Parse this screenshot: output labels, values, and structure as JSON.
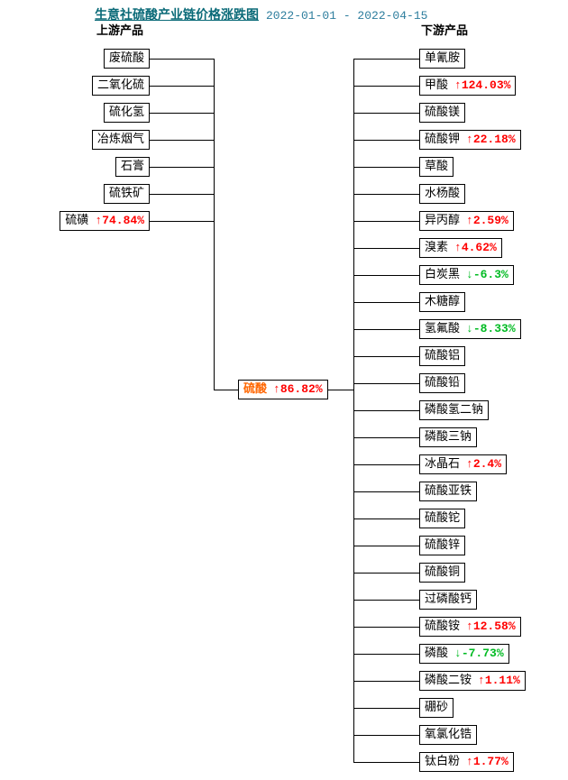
{
  "title": {
    "text": "生意社硫酸产业链价格涨跌图",
    "date_range": "2022-01-01 - 2022-04-15"
  },
  "column_labels": {
    "upstream": "上游产品",
    "downstream": "下游产品"
  },
  "center_node": {
    "name": "硫酸",
    "change": "↑86.82%",
    "direction": "up"
  },
  "upstream_nodes": [
    {
      "name": "废硫酸",
      "change": "",
      "direction": "none"
    },
    {
      "name": "二氧化硫",
      "change": "",
      "direction": "none"
    },
    {
      "name": "硫化氢",
      "change": "",
      "direction": "none"
    },
    {
      "name": "冶炼烟气",
      "change": "",
      "direction": "none"
    },
    {
      "name": "石膏",
      "change": "",
      "direction": "none"
    },
    {
      "name": "硫铁矿",
      "change": "",
      "direction": "none"
    },
    {
      "name": "硫磺",
      "change": "↑74.84%",
      "direction": "up"
    }
  ],
  "downstream_nodes": [
    {
      "name": "单氰胺",
      "change": "",
      "direction": "none"
    },
    {
      "name": "甲酸",
      "change": "↑124.03%",
      "direction": "up"
    },
    {
      "name": "硫酸镁",
      "change": "",
      "direction": "none"
    },
    {
      "name": "硫酸钾",
      "change": "↑22.18%",
      "direction": "up"
    },
    {
      "name": "草酸",
      "change": "",
      "direction": "none"
    },
    {
      "name": "水杨酸",
      "change": "",
      "direction": "none"
    },
    {
      "name": "异丙醇",
      "change": "↑2.59%",
      "direction": "up"
    },
    {
      "name": "溴素",
      "change": "↑4.62%",
      "direction": "up"
    },
    {
      "name": "白炭黑",
      "change": "↓-6.3%",
      "direction": "down"
    },
    {
      "name": "木糖醇",
      "change": "",
      "direction": "none"
    },
    {
      "name": "氢氟酸",
      "change": "↓-8.33%",
      "direction": "down"
    },
    {
      "name": "硫酸铝",
      "change": "",
      "direction": "none"
    },
    {
      "name": "硫酸铅",
      "change": "",
      "direction": "none"
    },
    {
      "name": "磷酸氢二钠",
      "change": "",
      "direction": "none"
    },
    {
      "name": "磷酸三钠",
      "change": "",
      "direction": "none"
    },
    {
      "name": "冰晶石",
      "change": "↑2.4%",
      "direction": "up"
    },
    {
      "name": "硫酸亚铁",
      "change": "",
      "direction": "none"
    },
    {
      "name": "硫酸铊",
      "change": "",
      "direction": "none"
    },
    {
      "name": "硫酸锌",
      "change": "",
      "direction": "none"
    },
    {
      "name": "硫酸铜",
      "change": "",
      "direction": "none"
    },
    {
      "name": "过磷酸钙",
      "change": "",
      "direction": "none"
    },
    {
      "name": "硫酸铵",
      "change": "↑12.58%",
      "direction": "up"
    },
    {
      "name": "磷酸",
      "change": "↓-7.73%",
      "direction": "down"
    },
    {
      "name": "磷酸二铵",
      "change": "↑1.11%",
      "direction": "up"
    },
    {
      "name": "硼砂",
      "change": "",
      "direction": "none"
    },
    {
      "name": "氧氯化锆",
      "change": "",
      "direction": "none"
    },
    {
      "name": "钛白粉",
      "change": "↑1.77%",
      "direction": "up"
    }
  ],
  "colors": {
    "title": "#0A6A78",
    "date": "#2E7E9E",
    "up": "#FF0000",
    "down": "#00BB22",
    "center_name": "#FF6600",
    "line": "#000000",
    "background": "#FFFFFF"
  }
}
